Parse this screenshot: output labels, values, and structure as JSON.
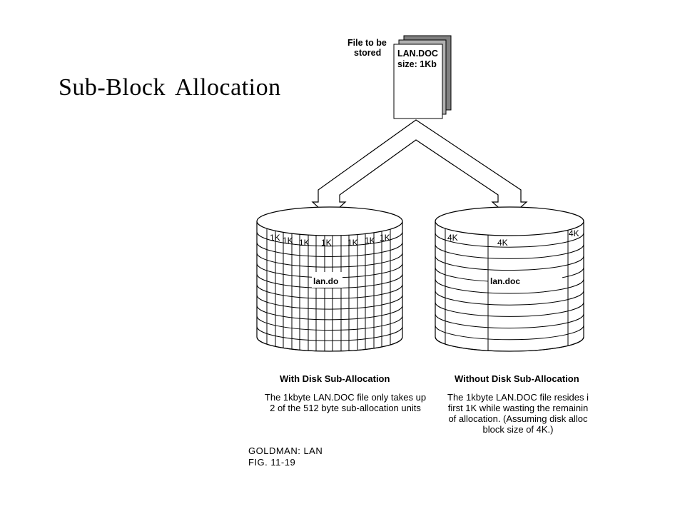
{
  "title": "Sub-Block Allocation",
  "file": {
    "caption_line1": "File to be",
    "caption_line2": "stored",
    "name_line": "LAN.DOC",
    "size_line": "size: 1Kb"
  },
  "left_disk": {
    "block_labels": [
      "1K",
      "1K",
      "1K",
      "1K",
      "1K",
      "1K",
      "1K"
    ],
    "file_label": "lan.do",
    "heading": "With Disk Sub-Allocation",
    "description": [
      "The 1kbyte LAN.DOC file only takes up",
      "2 of the 512 byte sub-allocation units"
    ]
  },
  "right_disk": {
    "block_labels": [
      "4K",
      "4K",
      "4K"
    ],
    "file_label": "lan.doc",
    "heading": "Without Disk Sub-Allocation",
    "description": [
      "The 1kbyte LAN.DOC file resides i",
      "first 1K while wasting the remainin",
      "of allocation. (Assuming disk alloc",
      "block size of 4K.)"
    ]
  },
  "footer": {
    "line1": "GOLDMAN:  LAN",
    "line2": "FIG.  11-19"
  }
}
